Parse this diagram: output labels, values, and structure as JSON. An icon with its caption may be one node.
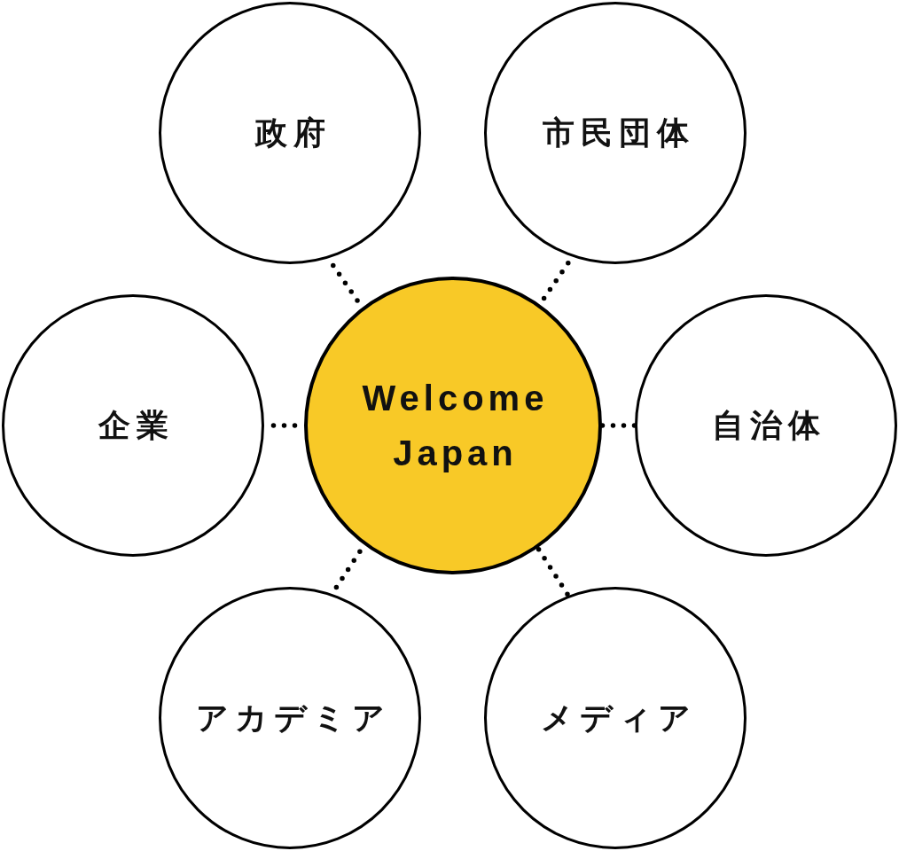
{
  "diagram": {
    "nodes": [
      {
        "text": [
          "政府"
        ]
      },
      {
        "text": [
          "市民団体"
        ]
      },
      {
        "text": [
          "企業"
        ]
      },
      {
        "text": [
          "Welcome Japan"
        ]
      },
      {
        "text": [
          "自治体"
        ]
      },
      {
        "text": [
          "アカデミア"
        ]
      },
      {
        "text": [
          "メディア"
        ]
      }
    ],
    "edges": [
      {
        "from": 3,
        "to": 0,
        "arrow": "none"
      },
      {
        "from": 3,
        "to": 1,
        "arrow": "none"
      },
      {
        "from": 3,
        "to": 2,
        "arrow": "none"
      },
      {
        "from": 3,
        "to": 4,
        "arrow": "none"
      },
      {
        "from": 3,
        "to": 5,
        "arrow": "none"
      },
      {
        "from": 3,
        "to": 6,
        "arrow": "none"
      }
    ]
  }
}
